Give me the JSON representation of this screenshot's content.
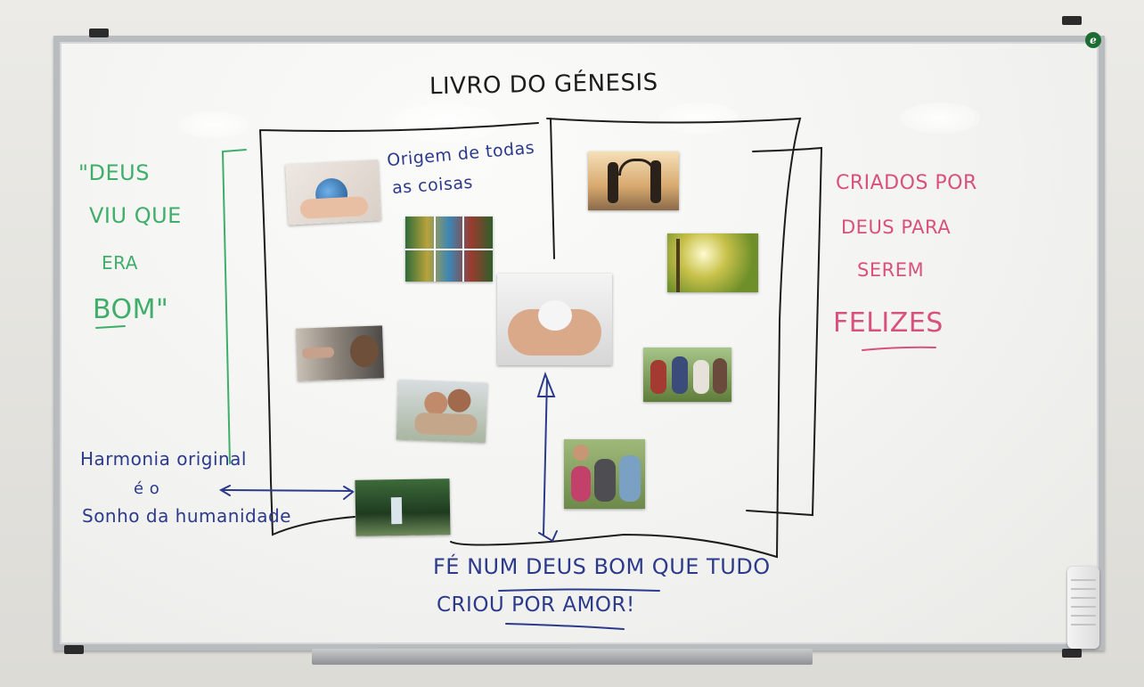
{
  "board": {
    "title": "LIVRO DO GÉNESIS",
    "center_note": "Origem de todas as coisas",
    "center_note_lines": [
      "Origem de todas",
      "as coisas"
    ],
    "left_quote_lines": [
      "\"DEUS",
      "VIU QUE",
      "ERA",
      "BOM\""
    ],
    "right_note_lines": [
      "CRIADOS POR",
      "DEUS PARA",
      "SEREM",
      "FELIZES"
    ],
    "bottom_left_lines": [
      "Harmonia original",
      "é o",
      "Sonho da humanidade"
    ],
    "bottom_lines": [
      "FÉ NUM DEUS BOM QUE TUDO",
      "CRIOU POR AMOR!"
    ]
  },
  "photos": [
    {
      "id": "earth-in-hands",
      "subject": "earth held in hands"
    },
    {
      "id": "nature-collage",
      "subject": "collage of nature and animals"
    },
    {
      "id": "heart-hands",
      "subject": "hands forming a heart"
    },
    {
      "id": "creation-of-adam",
      "subject": "creation of Adam fresco"
    },
    {
      "id": "couple",
      "subject": "couple smiling"
    },
    {
      "id": "garden",
      "subject": "garden with waterfall"
    },
    {
      "id": "couple-heart-silhouette",
      "subject": "couple making heart shape at sunset"
    },
    {
      "id": "sunlit-park",
      "subject": "people in sunlit park"
    },
    {
      "id": "friends-group",
      "subject": "group of friends"
    },
    {
      "id": "family",
      "subject": "happy family"
    }
  ],
  "colors": {
    "blue_marker": "#2c3a8c",
    "green_marker": "#3fae6a",
    "pink_marker": "#d8517a",
    "black_marker": "#1c1c1c"
  }
}
